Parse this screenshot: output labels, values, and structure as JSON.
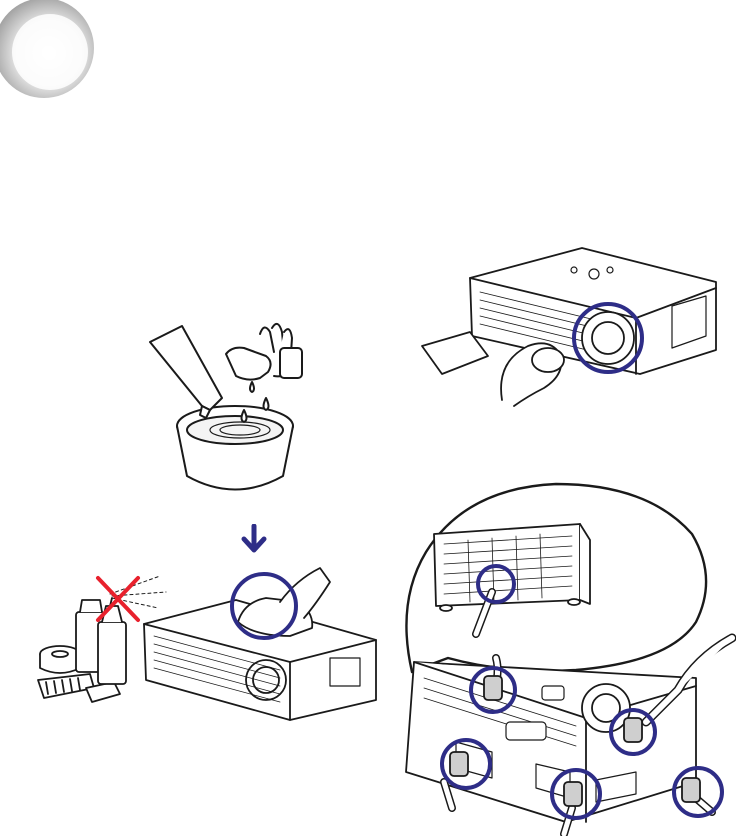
{
  "page": {
    "background": "#ffffff"
  },
  "colors": {
    "highlight_circle": "#2e2d87",
    "prohibit_cross": "#e8212d",
    "arrow": "#2e2d87",
    "line_art": "#1a1a1a",
    "section_tab_gradient_light": "#ffffff",
    "section_tab_gradient_dark": "#9a9a9a"
  },
  "icons": {
    "section_tab": "section-tab-circle-icon",
    "arrow": "arrow-down-icon",
    "prohibit": "cross-prohibit-icon",
    "highlight": "highlight-ring-icon"
  },
  "figures": [
    "detergent-bowl-illustration",
    "wipe-projector-top-illustration",
    "cleaning-chemicals-prohibited-illustration",
    "wipe-lens-illustration",
    "blow-vents-illustration"
  ]
}
